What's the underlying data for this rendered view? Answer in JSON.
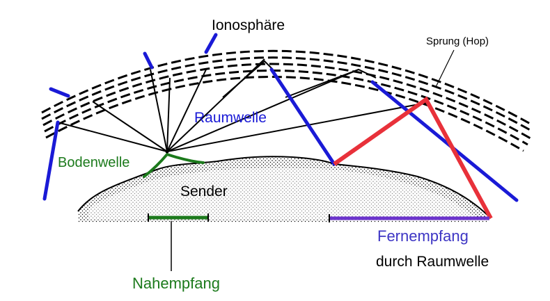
{
  "labels": {
    "ionosphere": "Ionosphäre",
    "hop": "Sprung (Hop)",
    "sky_wave": "Raumwelle",
    "ground_wave": "Bodenwelle",
    "transmitter": "Sender",
    "near_reception": "Nahempfang",
    "far_reception_line1": "Fernempfang",
    "far_reception_line2": "durch Raumwelle"
  },
  "colors": {
    "black": "#000000",
    "blue": "#1a1ad6",
    "red": "#e8313a",
    "green": "#1c7a1c",
    "purple": "#3d35c4",
    "violet_bar": "#6b33cc"
  }
}
